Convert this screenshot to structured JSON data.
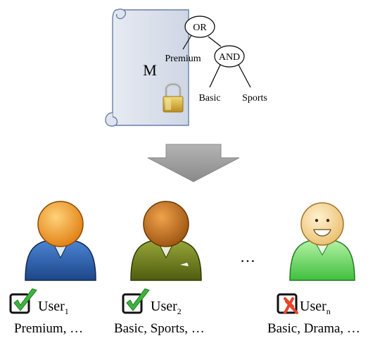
{
  "policy": {
    "message_label": "M",
    "tree": {
      "root": "OR",
      "and_node": "AND",
      "leaves": [
        "Premium",
        "Basic",
        "Sports"
      ]
    }
  },
  "users": [
    {
      "name": "User",
      "subscript": "1",
      "attributes": "Premium, …",
      "access": "granted"
    },
    {
      "name": "User",
      "subscript": "2",
      "attributes": "Basic, Sports, …",
      "access": "granted"
    },
    {
      "name": "User",
      "subscript": "n",
      "attributes": "Basic, Drama, …",
      "access": "denied"
    }
  ],
  "ellipsis": "…",
  "colors": {
    "user1_body": "#2a5da8",
    "user2_body": "#6f7f1a",
    "usern_body": "#6ad66a",
    "user1_head": "#f39c22",
    "user2_head": "#c8731a",
    "usern_head": "#f5d79a",
    "check": "#3fb33f",
    "cross": "#e8452a",
    "arrow": "#9a9a9a",
    "lock": "#d8b64a"
  }
}
